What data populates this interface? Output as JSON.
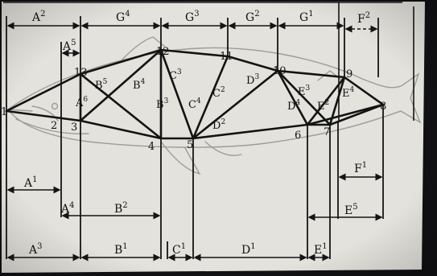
{
  "colors": {
    "paper": "#e3e2dc",
    "line": "#151515",
    "fish_sketch": "#9d9d97",
    "frame_dark": "#111114"
  },
  "landmarks": [
    {
      "id": "lm-1",
      "text": "1"
    },
    {
      "id": "lm-2",
      "text": "2"
    },
    {
      "id": "lm-3",
      "text": "3"
    },
    {
      "id": "lm-4",
      "text": "4"
    },
    {
      "id": "lm-5",
      "text": "5"
    },
    {
      "id": "lm-6",
      "text": "6"
    },
    {
      "id": "lm-7",
      "text": "7"
    },
    {
      "id": "lm-8",
      "text": "8"
    },
    {
      "id": "lm-9",
      "text": "9"
    },
    {
      "id": "lm-10",
      "text": "10"
    },
    {
      "id": "lm-11",
      "text": "11"
    },
    {
      "id": "lm-12",
      "text": "12"
    },
    {
      "id": "lm-13",
      "text": "13"
    }
  ],
  "truss_labels": [
    {
      "id": "b5",
      "base": "B",
      "sup": "5"
    },
    {
      "id": "b4",
      "base": "B",
      "sup": "4"
    },
    {
      "id": "a6",
      "base": "A",
      "sup": "6"
    },
    {
      "id": "b3",
      "base": "B",
      "sup": "3"
    },
    {
      "id": "c3",
      "base": "C",
      "sup": "3"
    },
    {
      "id": "c4",
      "base": "C",
      "sup": "4"
    },
    {
      "id": "c2",
      "base": "C",
      "sup": "2"
    },
    {
      "id": "d3",
      "base": "D",
      "sup": "3"
    },
    {
      "id": "d2",
      "base": "D",
      "sup": "2"
    },
    {
      "id": "e3",
      "base": "E",
      "sup": "3"
    },
    {
      "id": "d4",
      "base": "D",
      "sup": "4"
    },
    {
      "id": "e2",
      "base": "E",
      "sup": "2"
    },
    {
      "id": "e4",
      "base": "E",
      "sup": "4"
    }
  ],
  "measure_labels": [
    {
      "id": "a2",
      "base": "A",
      "sup": "2"
    },
    {
      "id": "g4",
      "base": "G",
      "sup": "4"
    },
    {
      "id": "g3",
      "base": "G",
      "sup": "3"
    },
    {
      "id": "g2",
      "base": "G",
      "sup": "2"
    },
    {
      "id": "g1",
      "base": "G",
      "sup": "1"
    },
    {
      "id": "f2",
      "base": "F",
      "sup": "2"
    },
    {
      "id": "a5",
      "base": "A",
      "sup": "5"
    },
    {
      "id": "a1",
      "base": "A",
      "sup": "1"
    },
    {
      "id": "a4",
      "base": "A",
      "sup": "4"
    },
    {
      "id": "b2",
      "base": "B",
      "sup": "2"
    },
    {
      "id": "f1",
      "base": "F",
      "sup": "1"
    },
    {
      "id": "e5",
      "base": "E",
      "sup": "5"
    },
    {
      "id": "a3",
      "base": "A",
      "sup": "3"
    },
    {
      "id": "b1",
      "base": "B",
      "sup": "1"
    },
    {
      "id": "c1",
      "base": "C",
      "sup": "1"
    },
    {
      "id": "d1",
      "base": "D",
      "sup": "1"
    },
    {
      "id": "e1",
      "base": "E",
      "sup": "1"
    }
  ]
}
